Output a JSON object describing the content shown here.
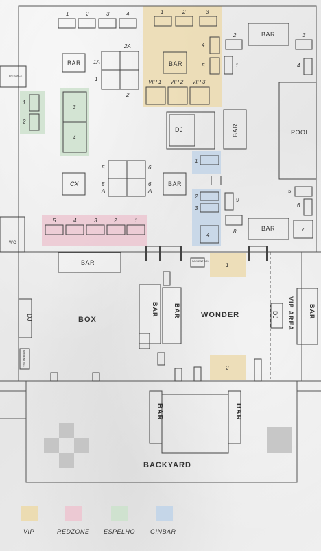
{
  "areas": {
    "box": "BOX",
    "wonder": "WONDER",
    "backyard": "BACKYARD",
    "pool": "POOL",
    "vip_area": "VIP AREA",
    "wc": "WC",
    "entrance": "ENTRANCE"
  },
  "labels": {
    "bar": "BAR",
    "dj": "DJ",
    "cx": "CX",
    "payment_box": "PAYMENT BOX",
    "vip1": "VIP 1",
    "vip2": "VIP 2",
    "vip3": "VIP 3"
  },
  "numbers": {
    "n1": "1",
    "n2": "2",
    "n3": "3",
    "n4": "4",
    "n5": "5",
    "n6": "6",
    "n7": "7",
    "n8": "8",
    "n9": "9",
    "n2a": "2A",
    "n1a": "1A",
    "n5a": "5\nA",
    "n6a": "6\nA"
  },
  "legend": [
    {
      "label": "VIP",
      "color": "#ecdcb2"
    },
    {
      "label": "REDZONE",
      "color": "#ecc9d3"
    },
    {
      "label": "ESPELHO",
      "color": "#cfe2cf"
    },
    {
      "label": "GINBAR",
      "color": "#c5d6e8"
    }
  ]
}
